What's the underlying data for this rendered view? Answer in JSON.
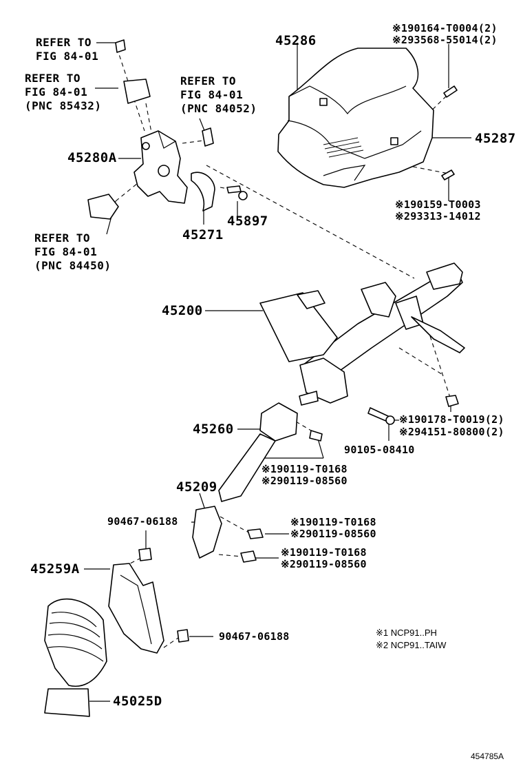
{
  "labels": {
    "ref1_line1": "REFER TO",
    "ref1_line2": "FIG 84-01",
    "ref2_line1": "REFER TO",
    "ref2_line2": "FIG 84-01",
    "ref2_line3": "(PNC 85432)",
    "ref3_line1": "REFER TO",
    "ref3_line2": "FIG 84-01",
    "ref3_line3": "(PNC 84052)",
    "ref4_line1": "REFER TO",
    "ref4_line2": "FIG 84-01",
    "ref4_line3": "(PNC 84450)",
    "p45286": "45286",
    "p45287": "45287",
    "p45280A": "45280A",
    "p45897": "45897",
    "p45271": "45271",
    "p45200": "45200",
    "p45260": "45260",
    "p45209": "45209",
    "p45259A": "45259A",
    "p45025D": "45025D",
    "p90105": "90105-08410",
    "p90467a": "90467-06188",
    "p90467b": "90467-06188",
    "s190164": "※190164-T0004(2)",
    "s293568": "※293568-55014(2)",
    "s190159": "※190159-T0003",
    "s293313": "※293313-14012",
    "s190178": "※190178-T0019(2)",
    "s294151": "※294151-80800(2)",
    "s190119a": "※190119-T0168",
    "s290119a": "※290119-08560",
    "s190119b": "※190119-T0168",
    "s290119b": "※290119-08560",
    "s190119c": "※190119-T0168",
    "s290119c": "※290119-08560",
    "note1": "※1 NCP91..PH",
    "note2": "※2 NCP91..TAIW",
    "figure_id": "454785A"
  }
}
